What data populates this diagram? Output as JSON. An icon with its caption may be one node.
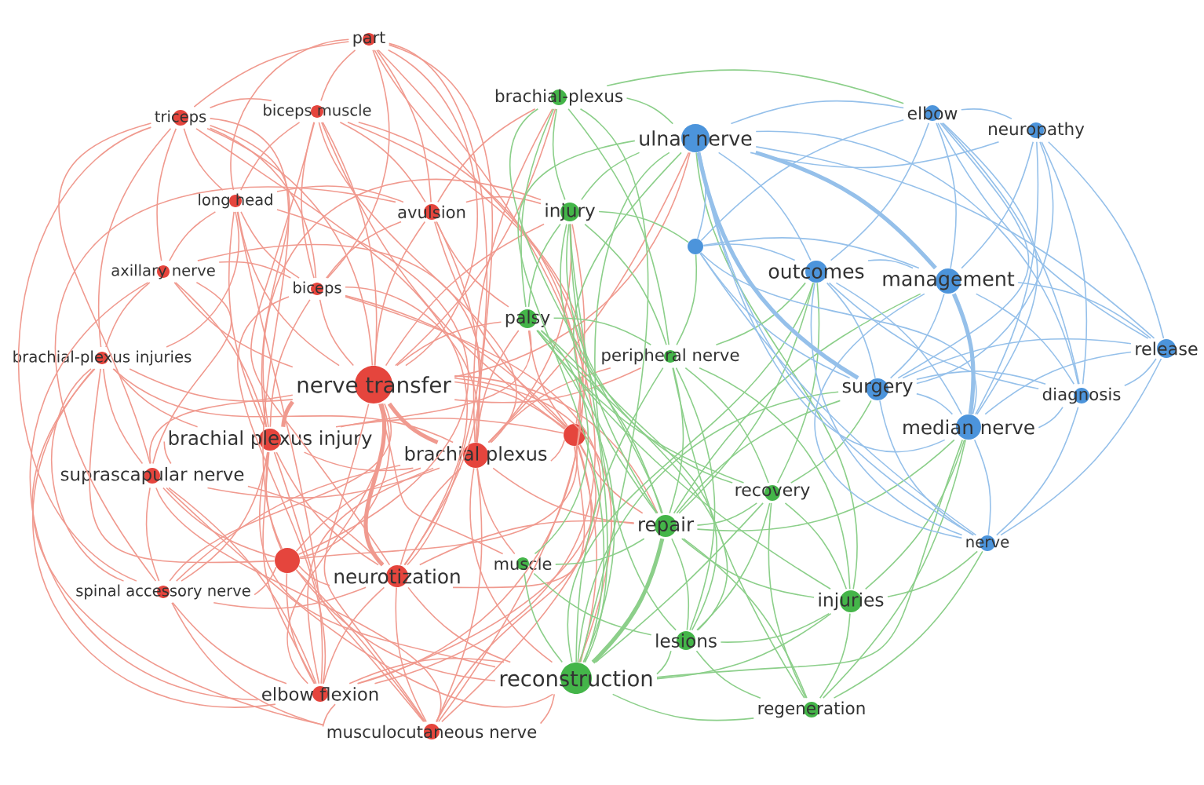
{
  "diagram": {
    "nodes": [
      {
        "text": [
          "part"
        ]
      },
      {
        "text": [
          "brachial-plexus"
        ]
      },
      {
        "text": [
          "biceps muscle"
        ]
      },
      {
        "text": [
          "triceps"
        ]
      },
      {
        "text": [
          "elbow"
        ]
      },
      {
        "text": [
          "neuropathy"
        ]
      },
      {
        "text": [
          "ulnar nerve"
        ]
      },
      {
        "text": [
          "long head"
        ]
      },
      {
        "text": [
          "avulsion"
        ]
      },
      {
        "text": [
          "injury"
        ]
      },
      {
        "text": [],
        "shape": "circle"
      },
      {
        "text": [
          "axillary nerve"
        ]
      },
      {
        "text": [
          "outcomes"
        ]
      },
      {
        "text": [
          "management"
        ]
      },
      {
        "text": [
          "biceps"
        ]
      },
      {
        "text": [
          "palsy"
        ]
      },
      {
        "text": [
          "release"
        ]
      },
      {
        "text": [
          "peripheral nerve"
        ]
      },
      {
        "text": [
          "brachial-plexus injuries"
        ]
      },
      {
        "text": [
          "nerve transfer"
        ]
      },
      {
        "text": [
          "surgery"
        ]
      },
      {
        "text": [
          "diagnosis"
        ]
      },
      {
        "text": [
          "median nerve"
        ]
      },
      {
        "text": [],
        "shape": "circle"
      },
      {
        "text": [
          "brachial plexus injury"
        ]
      },
      {
        "text": [
          "brachial plexus"
        ]
      },
      {
        "text": [
          "suprascapular nerve"
        ]
      },
      {
        "text": [
          "recovery"
        ]
      },
      {
        "text": [
          "repair"
        ]
      },
      {
        "text": [
          "nerve"
        ]
      },
      {
        "text": [],
        "shape": "circle"
      },
      {
        "text": [
          "muscle"
        ]
      },
      {
        "text": [
          "neurotization"
        ]
      },
      {
        "text": [
          "spinal accessory nerve"
        ]
      },
      {
        "text": [
          "injuries"
        ]
      },
      {
        "text": [
          "lesions"
        ]
      },
      {
        "text": [
          "reconstruction"
        ]
      },
      {
        "text": [
          "elbow flexion"
        ]
      },
      {
        "text": [
          "regeneration"
        ]
      },
      {
        "text": [
          "musculocutaneous nerve"
        ]
      }
    ],
    "edges": [
      {
        "from": 19,
        "to": 0,
        "arrow": "none"
      },
      {
        "from": 19,
        "to": 2,
        "arrow": "none"
      },
      {
        "from": 19,
        "to": 3,
        "arrow": "none"
      },
      {
        "from": 19,
        "to": 7,
        "arrow": "none"
      },
      {
        "from": 19,
        "to": 8,
        "arrow": "none"
      },
      {
        "from": 19,
        "to": 11,
        "arrow": "none"
      },
      {
        "from": 19,
        "to": 14,
        "arrow": "none"
      },
      {
        "from": 19,
        "to": 18,
        "arrow": "none"
      },
      {
        "from": 19,
        "to": 23,
        "arrow": "none"
      },
      {
        "from": 19,
        "to": 24,
        "arrow": "none",
        "style": "thick"
      },
      {
        "from": 19,
        "to": 25,
        "arrow": "none",
        "style": "thick"
      },
      {
        "from": 19,
        "to": 26,
        "arrow": "none"
      },
      {
        "from": 19,
        "to": 30,
        "arrow": "none"
      },
      {
        "from": 19,
        "to": 32,
        "arrow": "none",
        "style": "thick"
      },
      {
        "from": 19,
        "to": 33,
        "arrow": "none"
      },
      {
        "from": 19,
        "to": 37,
        "arrow": "none"
      },
      {
        "from": 19,
        "to": 39,
        "arrow": "none"
      },
      {
        "from": 19,
        "to": 1,
        "arrow": "none"
      },
      {
        "from": 19,
        "to": 9,
        "arrow": "none"
      },
      {
        "from": 19,
        "to": 15,
        "arrow": "none"
      },
      {
        "from": 19,
        "to": 28,
        "arrow": "none"
      },
      {
        "from": 19,
        "to": 36,
        "arrow": "none"
      },
      {
        "from": 19,
        "to": 31,
        "arrow": "none"
      },
      {
        "from": 19,
        "to": 6,
        "arrow": "none"
      },
      {
        "from": 19,
        "to": 17,
        "arrow": "none"
      },
      {
        "from": 25,
        "to": 0,
        "arrow": "none"
      },
      {
        "from": 25,
        "to": 2,
        "arrow": "none"
      },
      {
        "from": 25,
        "to": 8,
        "arrow": "none"
      },
      {
        "from": 25,
        "to": 14,
        "arrow": "none"
      },
      {
        "from": 25,
        "to": 18,
        "arrow": "none"
      },
      {
        "from": 25,
        "to": 23,
        "arrow": "none"
      },
      {
        "from": 25,
        "to": 24,
        "arrow": "none"
      },
      {
        "from": 25,
        "to": 26,
        "arrow": "none"
      },
      {
        "from": 25,
        "to": 30,
        "arrow": "none"
      },
      {
        "from": 25,
        "to": 32,
        "arrow": "none"
      },
      {
        "from": 25,
        "to": 33,
        "arrow": "none"
      },
      {
        "from": 25,
        "to": 37,
        "arrow": "none"
      },
      {
        "from": 25,
        "to": 39,
        "arrow": "none"
      },
      {
        "from": 25,
        "to": 1,
        "arrow": "none"
      },
      {
        "from": 25,
        "to": 9,
        "arrow": "none"
      },
      {
        "from": 25,
        "to": 15,
        "arrow": "none"
      },
      {
        "from": 25,
        "to": 28,
        "arrow": "none"
      },
      {
        "from": 25,
        "to": 36,
        "arrow": "none"
      },
      {
        "from": 25,
        "to": 31,
        "arrow": "none"
      },
      {
        "from": 25,
        "to": 17,
        "arrow": "none"
      },
      {
        "from": 25,
        "to": 6,
        "arrow": "none"
      },
      {
        "from": 24,
        "to": 3,
        "arrow": "none"
      },
      {
        "from": 24,
        "to": 7,
        "arrow": "none"
      },
      {
        "from": 24,
        "to": 11,
        "arrow": "none"
      },
      {
        "from": 24,
        "to": 14,
        "arrow": "none"
      },
      {
        "from": 24,
        "to": 18,
        "arrow": "none"
      },
      {
        "from": 24,
        "to": 23,
        "arrow": "none"
      },
      {
        "from": 24,
        "to": 26,
        "arrow": "none"
      },
      {
        "from": 24,
        "to": 30,
        "arrow": "none"
      },
      {
        "from": 24,
        "to": 32,
        "arrow": "none"
      },
      {
        "from": 24,
        "to": 33,
        "arrow": "none"
      },
      {
        "from": 24,
        "to": 37,
        "arrow": "none"
      },
      {
        "from": 24,
        "to": 39,
        "arrow": "none"
      },
      {
        "from": 24,
        "to": 9,
        "arrow": "none"
      },
      {
        "from": 24,
        "to": 15,
        "arrow": "none"
      },
      {
        "from": 24,
        "to": 36,
        "arrow": "none"
      },
      {
        "from": 32,
        "to": 0,
        "arrow": "none"
      },
      {
        "from": 32,
        "to": 2,
        "arrow": "none"
      },
      {
        "from": 32,
        "to": 3,
        "arrow": "none"
      },
      {
        "from": 32,
        "to": 11,
        "arrow": "none"
      },
      {
        "from": 32,
        "to": 23,
        "arrow": "none"
      },
      {
        "from": 32,
        "to": 26,
        "arrow": "none"
      },
      {
        "from": 32,
        "to": 30,
        "arrow": "none"
      },
      {
        "from": 32,
        "to": 33,
        "arrow": "none"
      },
      {
        "from": 32,
        "to": 37,
        "arrow": "none"
      },
      {
        "from": 32,
        "to": 39,
        "arrow": "none"
      },
      {
        "from": 32,
        "to": 36,
        "arrow": "none"
      },
      {
        "from": 32,
        "to": 28,
        "arrow": "none"
      },
      {
        "from": 30,
        "to": 3,
        "arrow": "none"
      },
      {
        "from": 30,
        "to": 7,
        "arrow": "none"
      },
      {
        "from": 30,
        "to": 18,
        "arrow": "none"
      },
      {
        "from": 30,
        "to": 23,
        "arrow": "none"
      },
      {
        "from": 30,
        "to": 26,
        "arrow": "none"
      },
      {
        "from": 30,
        "to": 33,
        "arrow": "none"
      },
      {
        "from": 30,
        "to": 37,
        "arrow": "none"
      },
      {
        "from": 30,
        "to": 39,
        "arrow": "none"
      },
      {
        "from": 30,
        "to": 36,
        "arrow": "none"
      },
      {
        "from": 26,
        "to": 3,
        "arrow": "none"
      },
      {
        "from": 26,
        "to": 11,
        "arrow": "none"
      },
      {
        "from": 26,
        "to": 18,
        "arrow": "none"
      },
      {
        "from": 26,
        "to": 33,
        "arrow": "none"
      },
      {
        "from": 26,
        "to": 37,
        "arrow": "none"
      },
      {
        "from": 26,
        "to": 39,
        "arrow": "none"
      },
      {
        "from": 26,
        "to": 36,
        "arrow": "none"
      },
      {
        "from": 0,
        "to": 2,
        "arrow": "none"
      },
      {
        "from": 0,
        "to": 3,
        "arrow": "none"
      },
      {
        "from": 0,
        "to": 7,
        "arrow": "none"
      },
      {
        "from": 0,
        "to": 8,
        "arrow": "none"
      },
      {
        "from": 0,
        "to": 14,
        "arrow": "none"
      },
      {
        "from": 0,
        "to": 23,
        "arrow": "none"
      },
      {
        "from": 0,
        "to": 37,
        "arrow": "none"
      },
      {
        "from": 2,
        "to": 3,
        "arrow": "none"
      },
      {
        "from": 2,
        "to": 7,
        "arrow": "none"
      },
      {
        "from": 2,
        "to": 8,
        "arrow": "none"
      },
      {
        "from": 2,
        "to": 14,
        "arrow": "none"
      },
      {
        "from": 2,
        "to": 23,
        "arrow": "none"
      },
      {
        "from": 2,
        "to": 37,
        "arrow": "none"
      },
      {
        "from": 2,
        "to": 39,
        "arrow": "none"
      },
      {
        "from": 3,
        "to": 7,
        "arrow": "none"
      },
      {
        "from": 3,
        "to": 11,
        "arrow": "none"
      },
      {
        "from": 3,
        "to": 14,
        "arrow": "none"
      },
      {
        "from": 3,
        "to": 18,
        "arrow": "none"
      },
      {
        "from": 3,
        "to": 33,
        "arrow": "none"
      },
      {
        "from": 7,
        "to": 8,
        "arrow": "none"
      },
      {
        "from": 7,
        "to": 11,
        "arrow": "none"
      },
      {
        "from": 7,
        "to": 14,
        "arrow": "none"
      },
      {
        "from": 7,
        "to": 18,
        "arrow": "none"
      },
      {
        "from": 7,
        "to": 37,
        "arrow": "none"
      },
      {
        "from": 8,
        "to": 14,
        "arrow": "none"
      },
      {
        "from": 8,
        "to": 23,
        "arrow": "none"
      },
      {
        "from": 8,
        "to": 33,
        "arrow": "none"
      },
      {
        "from": 8,
        "to": 1,
        "arrow": "none"
      },
      {
        "from": 8,
        "to": 9,
        "arrow": "none"
      },
      {
        "from": 8,
        "to": 15,
        "arrow": "none"
      },
      {
        "from": 11,
        "to": 14,
        "arrow": "none"
      },
      {
        "from": 11,
        "to": 18,
        "arrow": "none"
      },
      {
        "from": 11,
        "to": 37,
        "arrow": "none"
      },
      {
        "from": 14,
        "to": 23,
        "arrow": "none"
      },
      {
        "from": 14,
        "to": 37,
        "arrow": "none"
      },
      {
        "from": 14,
        "to": 39,
        "arrow": "none"
      },
      {
        "from": 18,
        "to": 33,
        "arrow": "none"
      },
      {
        "from": 18,
        "to": 37,
        "arrow": "none"
      },
      {
        "from": 18,
        "to": 39,
        "arrow": "none"
      },
      {
        "from": 23,
        "to": 37,
        "arrow": "none"
      },
      {
        "from": 23,
        "to": 39,
        "arrow": "none"
      },
      {
        "from": 23,
        "to": 9,
        "arrow": "none"
      },
      {
        "from": 23,
        "to": 15,
        "arrow": "none"
      },
      {
        "from": 23,
        "to": 28,
        "arrow": "none"
      },
      {
        "from": 23,
        "to": 36,
        "arrow": "none"
      },
      {
        "from": 33,
        "to": 37,
        "arrow": "none"
      },
      {
        "from": 33,
        "to": 39,
        "arrow": "none"
      },
      {
        "from": 37,
        "to": 39,
        "arrow": "none"
      },
      {
        "from": 37,
        "to": 36,
        "arrow": "none"
      },
      {
        "from": 39,
        "to": 36,
        "arrow": "none"
      },
      {
        "from": 36,
        "to": 1,
        "arrow": "none",
        "color": "#8ccf8a"
      },
      {
        "from": 36,
        "to": 9,
        "arrow": "none",
        "color": "#8ccf8a"
      },
      {
        "from": 36,
        "to": 15,
        "arrow": "none",
        "color": "#8ccf8a"
      },
      {
        "from": 36,
        "to": 17,
        "arrow": "none",
        "color": "#8ccf8a"
      },
      {
        "from": 36,
        "to": 27,
        "arrow": "none",
        "color": "#8ccf8a"
      },
      {
        "from": 36,
        "to": 28,
        "arrow": "none",
        "style": "thick",
        "color": "#8ccf8a"
      },
      {
        "from": 36,
        "to": 31,
        "arrow": "none",
        "color": "#8ccf8a"
      },
      {
        "from": 36,
        "to": 34,
        "arrow": "none",
        "color": "#8ccf8a"
      },
      {
        "from": 36,
        "to": 35,
        "arrow": "none",
        "color": "#8ccf8a"
      },
      {
        "from": 36,
        "to": 38,
        "arrow": "none",
        "color": "#8ccf8a"
      },
      {
        "from": 36,
        "to": 6,
        "arrow": "none",
        "color": "#8ccf8a"
      },
      {
        "from": 36,
        "to": 12,
        "arrow": "none",
        "color": "#8ccf8a"
      },
      {
        "from": 36,
        "to": 20,
        "arrow": "none",
        "color": "#8ccf8a"
      },
      {
        "from": 36,
        "to": 22,
        "arrow": "none",
        "color": "#8ccf8a"
      },
      {
        "from": 28,
        "to": 1,
        "arrow": "none",
        "color": "#8ccf8a"
      },
      {
        "from": 28,
        "to": 9,
        "arrow": "none",
        "color": "#8ccf8a"
      },
      {
        "from": 28,
        "to": 15,
        "arrow": "none",
        "color": "#8ccf8a"
      },
      {
        "from": 28,
        "to": 17,
        "arrow": "none",
        "color": "#8ccf8a"
      },
      {
        "from": 28,
        "to": 27,
        "arrow": "none",
        "color": "#8ccf8a"
      },
      {
        "from": 28,
        "to": 31,
        "arrow": "none",
        "color": "#8ccf8a"
      },
      {
        "from": 28,
        "to": 34,
        "arrow": "none",
        "color": "#8ccf8a"
      },
      {
        "from": 28,
        "to": 35,
        "arrow": "none",
        "color": "#8ccf8a"
      },
      {
        "from": 28,
        "to": 38,
        "arrow": "none",
        "color": "#8ccf8a"
      },
      {
        "from": 28,
        "to": 6,
        "arrow": "none",
        "color": "#8ccf8a"
      },
      {
        "from": 28,
        "to": 12,
        "arrow": "none",
        "color": "#8ccf8a"
      },
      {
        "from": 28,
        "to": 20,
        "arrow": "none",
        "color": "#8ccf8a"
      },
      {
        "from": 28,
        "to": 22,
        "arrow": "none",
        "color": "#8ccf8a"
      },
      {
        "from": 28,
        "to": 13,
        "arrow": "none",
        "color": "#8ccf8a"
      },
      {
        "from": 27,
        "to": 9,
        "arrow": "none",
        "color": "#8ccf8a"
      },
      {
        "from": 27,
        "to": 15,
        "arrow": "none",
        "color": "#8ccf8a"
      },
      {
        "from": 27,
        "to": 17,
        "arrow": "none",
        "color": "#8ccf8a"
      },
      {
        "from": 27,
        "to": 34,
        "arrow": "none",
        "color": "#8ccf8a"
      },
      {
        "from": 27,
        "to": 35,
        "arrow": "none",
        "color": "#8ccf8a"
      },
      {
        "from": 27,
        "to": 38,
        "arrow": "none",
        "color": "#8ccf8a"
      },
      {
        "from": 27,
        "to": 12,
        "arrow": "none",
        "color": "#8ccf8a"
      },
      {
        "from": 27,
        "to": 20,
        "arrow": "none",
        "color": "#8ccf8a"
      },
      {
        "from": 34,
        "to": 15,
        "arrow": "none",
        "color": "#8ccf8a"
      },
      {
        "from": 34,
        "to": 17,
        "arrow": "none",
        "color": "#8ccf8a"
      },
      {
        "from": 34,
        "to": 35,
        "arrow": "none",
        "color": "#8ccf8a"
      },
      {
        "from": 34,
        "to": 38,
        "arrow": "none",
        "color": "#8ccf8a"
      },
      {
        "from": 34,
        "to": 6,
        "arrow": "none",
        "color": "#8ccf8a"
      },
      {
        "from": 34,
        "to": 22,
        "arrow": "none",
        "color": "#8ccf8a"
      },
      {
        "from": 34,
        "to": 29,
        "arrow": "none",
        "color": "#8ccf8a"
      },
      {
        "from": 35,
        "to": 9,
        "arrow": "none",
        "color": "#8ccf8a"
      },
      {
        "from": 35,
        "to": 15,
        "arrow": "none",
        "color": "#8ccf8a"
      },
      {
        "from": 35,
        "to": 17,
        "arrow": "none",
        "color": "#8ccf8a"
      },
      {
        "from": 35,
        "to": 38,
        "arrow": "none",
        "color": "#8ccf8a"
      },
      {
        "from": 35,
        "to": 6,
        "arrow": "none",
        "color": "#8ccf8a"
      },
      {
        "from": 9,
        "to": 1,
        "arrow": "none",
        "color": "#8ccf8a"
      },
      {
        "from": 9,
        "to": 15,
        "arrow": "none",
        "color": "#8ccf8a"
      },
      {
        "from": 9,
        "to": 17,
        "arrow": "none",
        "color": "#8ccf8a"
      },
      {
        "from": 9,
        "to": 6,
        "arrow": "none",
        "color": "#8ccf8a"
      },
      {
        "from": 9,
        "to": 10,
        "arrow": "none",
        "color": "#8ccf8a"
      },
      {
        "from": 15,
        "to": 1,
        "arrow": "none",
        "color": "#8ccf8a"
      },
      {
        "from": 15,
        "to": 17,
        "arrow": "none",
        "color": "#8ccf8a"
      },
      {
        "from": 15,
        "to": 31,
        "arrow": "none",
        "color": "#8ccf8a"
      },
      {
        "from": 1,
        "to": 17,
        "arrow": "none",
        "color": "#8ccf8a"
      },
      {
        "from": 1,
        "to": 6,
        "arrow": "none",
        "color": "#8ccf8a"
      },
      {
        "from": 1,
        "to": 4,
        "arrow": "none",
        "color": "#8ccf8a"
      },
      {
        "from": 17,
        "to": 38,
        "arrow": "none",
        "color": "#8ccf8a"
      },
      {
        "from": 17,
        "to": 10,
        "arrow": "none",
        "color": "#8ccf8a"
      },
      {
        "from": 17,
        "to": 12,
        "arrow": "none",
        "color": "#8ccf8a"
      },
      {
        "from": 38,
        "to": 29,
        "arrow": "none",
        "color": "#8ccf8a"
      },
      {
        "from": 38,
        "to": 22,
        "arrow": "none",
        "color": "#8ccf8a"
      },
      {
        "from": 31,
        "to": 35,
        "arrow": "none",
        "color": "#8ccf8a"
      },
      {
        "from": 6,
        "to": 4,
        "arrow": "none",
        "color": "#95c0ea"
      },
      {
        "from": 6,
        "to": 5,
        "arrow": "none",
        "color": "#95c0ea"
      },
      {
        "from": 6,
        "to": 10,
        "arrow": "none",
        "color": "#95c0ea"
      },
      {
        "from": 6,
        "to": 12,
        "arrow": "none",
        "color": "#95c0ea"
      },
      {
        "from": 6,
        "to": 13,
        "arrow": "none",
        "style": "thick",
        "color": "#95c0ea"
      },
      {
        "from": 6,
        "to": 16,
        "arrow": "none",
        "color": "#95c0ea"
      },
      {
        "from": 6,
        "to": 20,
        "arrow": "none",
        "style": "thick",
        "color": "#95c0ea"
      },
      {
        "from": 6,
        "to": 21,
        "arrow": "none",
        "color": "#95c0ea"
      },
      {
        "from": 6,
        "to": 22,
        "arrow": "none",
        "color": "#95c0ea"
      },
      {
        "from": 6,
        "to": 29,
        "arrow": "none",
        "color": "#95c0ea"
      },
      {
        "from": 13,
        "to": 4,
        "arrow": "none",
        "color": "#95c0ea"
      },
      {
        "from": 13,
        "to": 5,
        "arrow": "none",
        "color": "#95c0ea"
      },
      {
        "from": 13,
        "to": 10,
        "arrow": "none",
        "color": "#95c0ea"
      },
      {
        "from": 13,
        "to": 12,
        "arrow": "none",
        "color": "#95c0ea"
      },
      {
        "from": 13,
        "to": 16,
        "arrow": "none",
        "color": "#95c0ea"
      },
      {
        "from": 13,
        "to": 20,
        "arrow": "none",
        "color": "#95c0ea"
      },
      {
        "from": 13,
        "to": 21,
        "arrow": "none",
        "color": "#95c0ea"
      },
      {
        "from": 13,
        "to": 22,
        "arrow": "none",
        "style": "thick",
        "color": "#95c0ea"
      },
      {
        "from": 13,
        "to": 29,
        "arrow": "none",
        "color": "#95c0ea"
      },
      {
        "from": 22,
        "to": 4,
        "arrow": "none",
        "color": "#95c0ea"
      },
      {
        "from": 22,
        "to": 5,
        "arrow": "none",
        "color": "#95c0ea"
      },
      {
        "from": 22,
        "to": 10,
        "arrow": "none",
        "color": "#95c0ea"
      },
      {
        "from": 22,
        "to": 12,
        "arrow": "none",
        "color": "#95c0ea"
      },
      {
        "from": 22,
        "to": 16,
        "arrow": "none",
        "color": "#95c0ea"
      },
      {
        "from": 22,
        "to": 20,
        "arrow": "none",
        "color": "#95c0ea"
      },
      {
        "from": 22,
        "to": 21,
        "arrow": "none",
        "color": "#95c0ea"
      },
      {
        "from": 22,
        "to": 29,
        "arrow": "none",
        "color": "#95c0ea"
      },
      {
        "from": 12,
        "to": 4,
        "arrow": "none",
        "color": "#95c0ea"
      },
      {
        "from": 12,
        "to": 10,
        "arrow": "none",
        "color": "#95c0ea"
      },
      {
        "from": 12,
        "to": 20,
        "arrow": "none",
        "color": "#95c0ea"
      },
      {
        "from": 12,
        "to": 21,
        "arrow": "none",
        "color": "#95c0ea"
      },
      {
        "from": 12,
        "to": 29,
        "arrow": "none",
        "color": "#95c0ea"
      },
      {
        "from": 20,
        "to": 4,
        "arrow": "none",
        "color": "#95c0ea"
      },
      {
        "from": 20,
        "to": 5,
        "arrow": "none",
        "color": "#95c0ea"
      },
      {
        "from": 20,
        "to": 10,
        "arrow": "none",
        "color": "#95c0ea"
      },
      {
        "from": 20,
        "to": 16,
        "arrow": "none",
        "color": "#95c0ea"
      },
      {
        "from": 20,
        "to": 21,
        "arrow": "none",
        "color": "#95c0ea"
      },
      {
        "from": 20,
        "to": 29,
        "arrow": "none",
        "color": "#95c0ea"
      },
      {
        "from": 4,
        "to": 5,
        "arrow": "none",
        "color": "#95c0ea"
      },
      {
        "from": 4,
        "to": 16,
        "arrow": "none",
        "color": "#95c0ea"
      },
      {
        "from": 4,
        "to": 21,
        "arrow": "none",
        "color": "#95c0ea"
      },
      {
        "from": 4,
        "to": 10,
        "arrow": "none",
        "color": "#95c0ea"
      },
      {
        "from": 5,
        "to": 16,
        "arrow": "none",
        "color": "#95c0ea"
      },
      {
        "from": 5,
        "to": 21,
        "arrow": "none",
        "color": "#95c0ea"
      },
      {
        "from": 16,
        "to": 21,
        "arrow": "none",
        "color": "#95c0ea"
      },
      {
        "from": 16,
        "to": 29,
        "arrow": "none",
        "color": "#95c0ea"
      },
      {
        "from": 21,
        "to": 29,
        "arrow": "none",
        "color": "#95c0ea"
      },
      {
        "from": 10,
        "to": 29,
        "arrow": "none",
        "color": "#95c0ea"
      }
    ]
  }
}
